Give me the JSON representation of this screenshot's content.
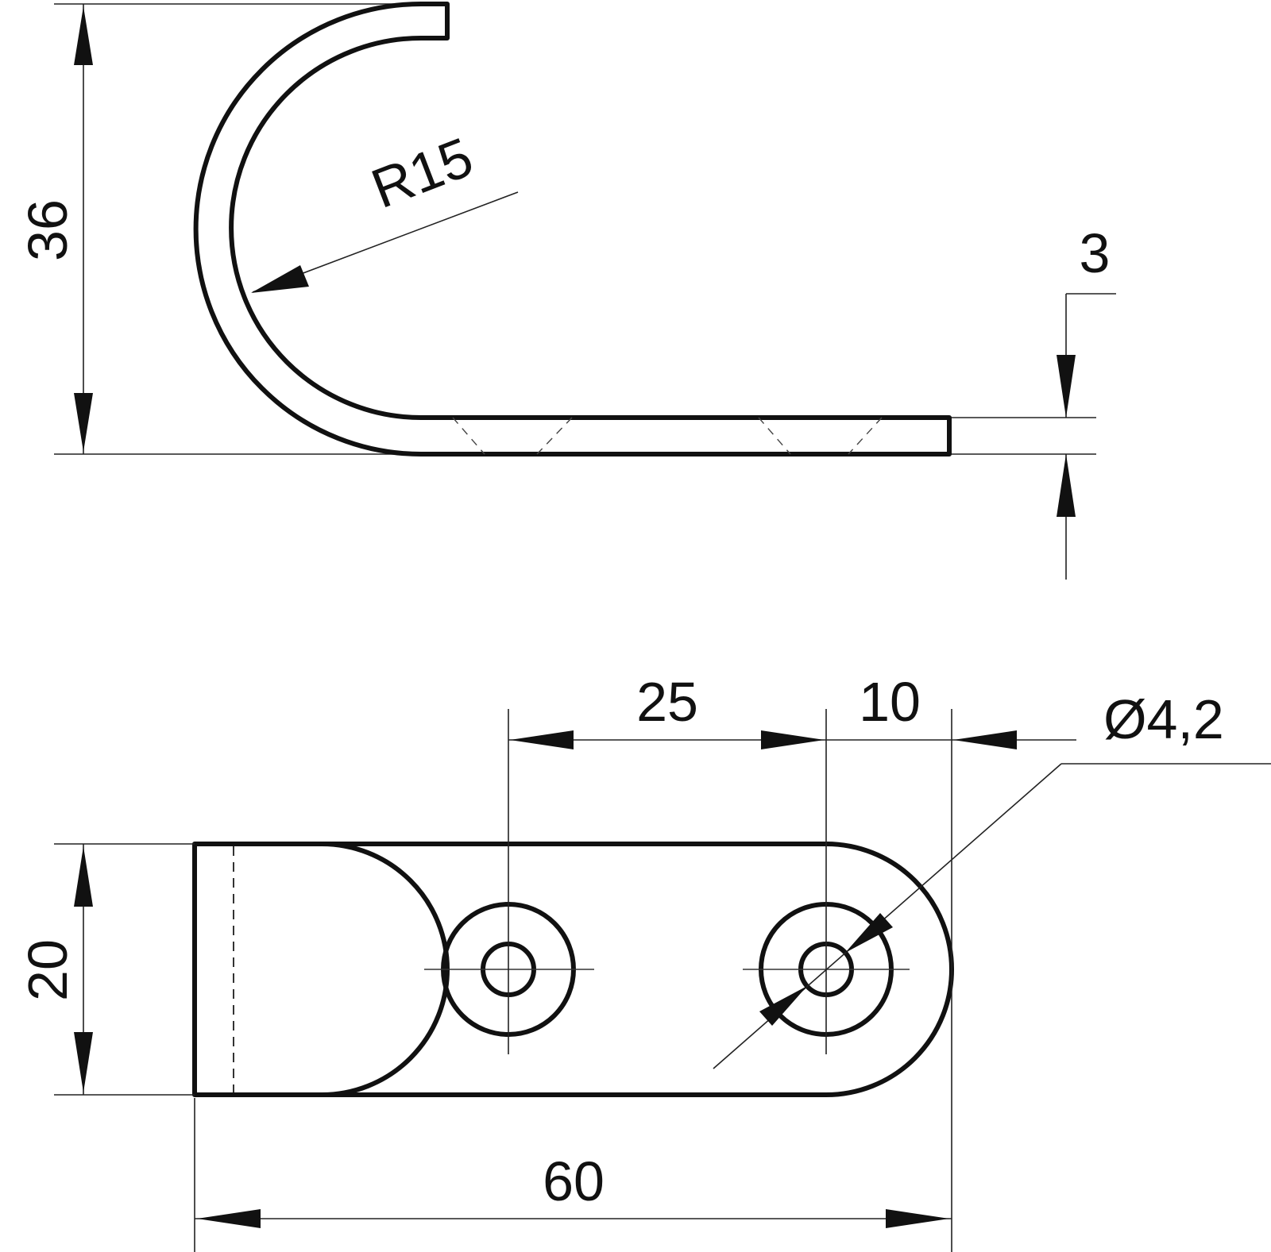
{
  "drawing": {
    "colors": {
      "line": "#111111",
      "background": "#ffffff"
    },
    "dimensions": {
      "height_total": "36",
      "bend_radius": "R15",
      "thickness": "3",
      "hole_spacing": "25",
      "hole_to_end": "10",
      "hole_diameter": "Ø4,2",
      "width": "20",
      "length": "60"
    }
  }
}
